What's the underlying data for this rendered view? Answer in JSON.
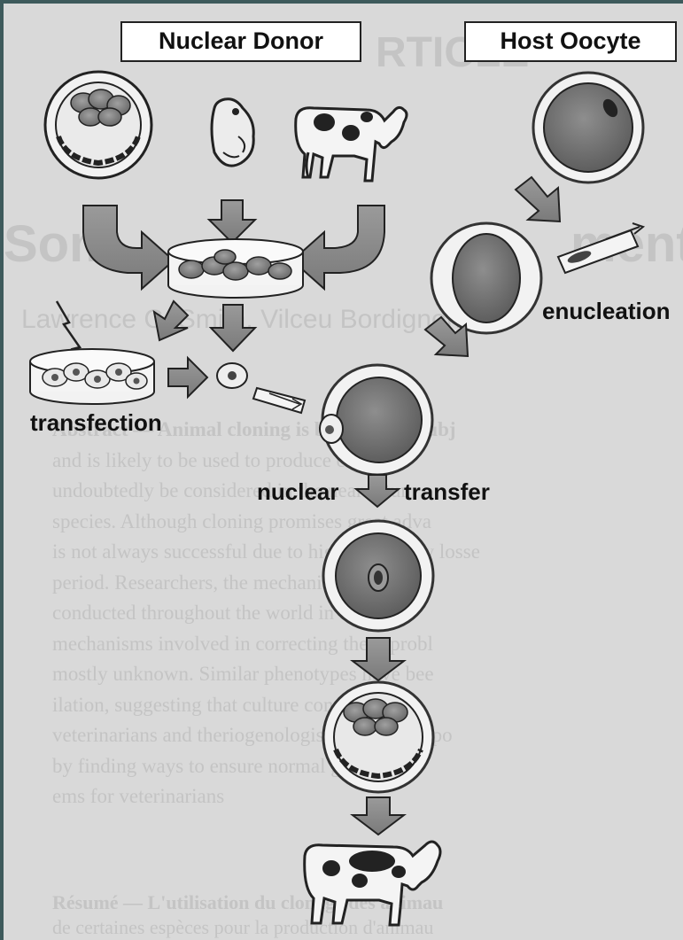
{
  "labels": {
    "nuclear_donor": "Nuclear Donor",
    "host_oocyte": "Host Oocyte",
    "enucleation": "enucleation",
    "transfection": "transfection",
    "nuclear": "nuclear",
    "transfer": "transfer"
  },
  "background": {
    "title_fragment": "RTICLE",
    "heading_fragment": "Som",
    "heading_fragment2": "ment",
    "authors": "Lawrence C. Smith, Vilceu Bordignon, F",
    "abstract_lines": [
      "Abstract — Animal cloning is becoming a subj",
      "and is likely to be used to produce clones fr",
      "undoubtedly be considered in the near futur",
      "species. Although cloning promises great adva",
      "is not always successful due to high pregnancy losse",
      "period. Researchers, the mechanisms involv",
      "conducted throughout the world in an attem",
      "mechanisms involved in correcting these probl",
      "mostly unknown. Similar phenotypes have bee",
      "ilation, suggesting that culture conditions an",
      "veterinarians and theriogenologists have an impo",
      "by finding ways to ensure normal gestati",
      "ems for veterinarians"
    ],
    "resume": "Résumé — L'utilisation du clonage des animau",
    "resume2": "de certaines espèces pour la production d'animau"
  },
  "colors": {
    "frame": "#3e5a5c",
    "panel": "#d9d9d9",
    "cell": "#7a7a7a",
    "arrow": "#8a8a8a"
  }
}
